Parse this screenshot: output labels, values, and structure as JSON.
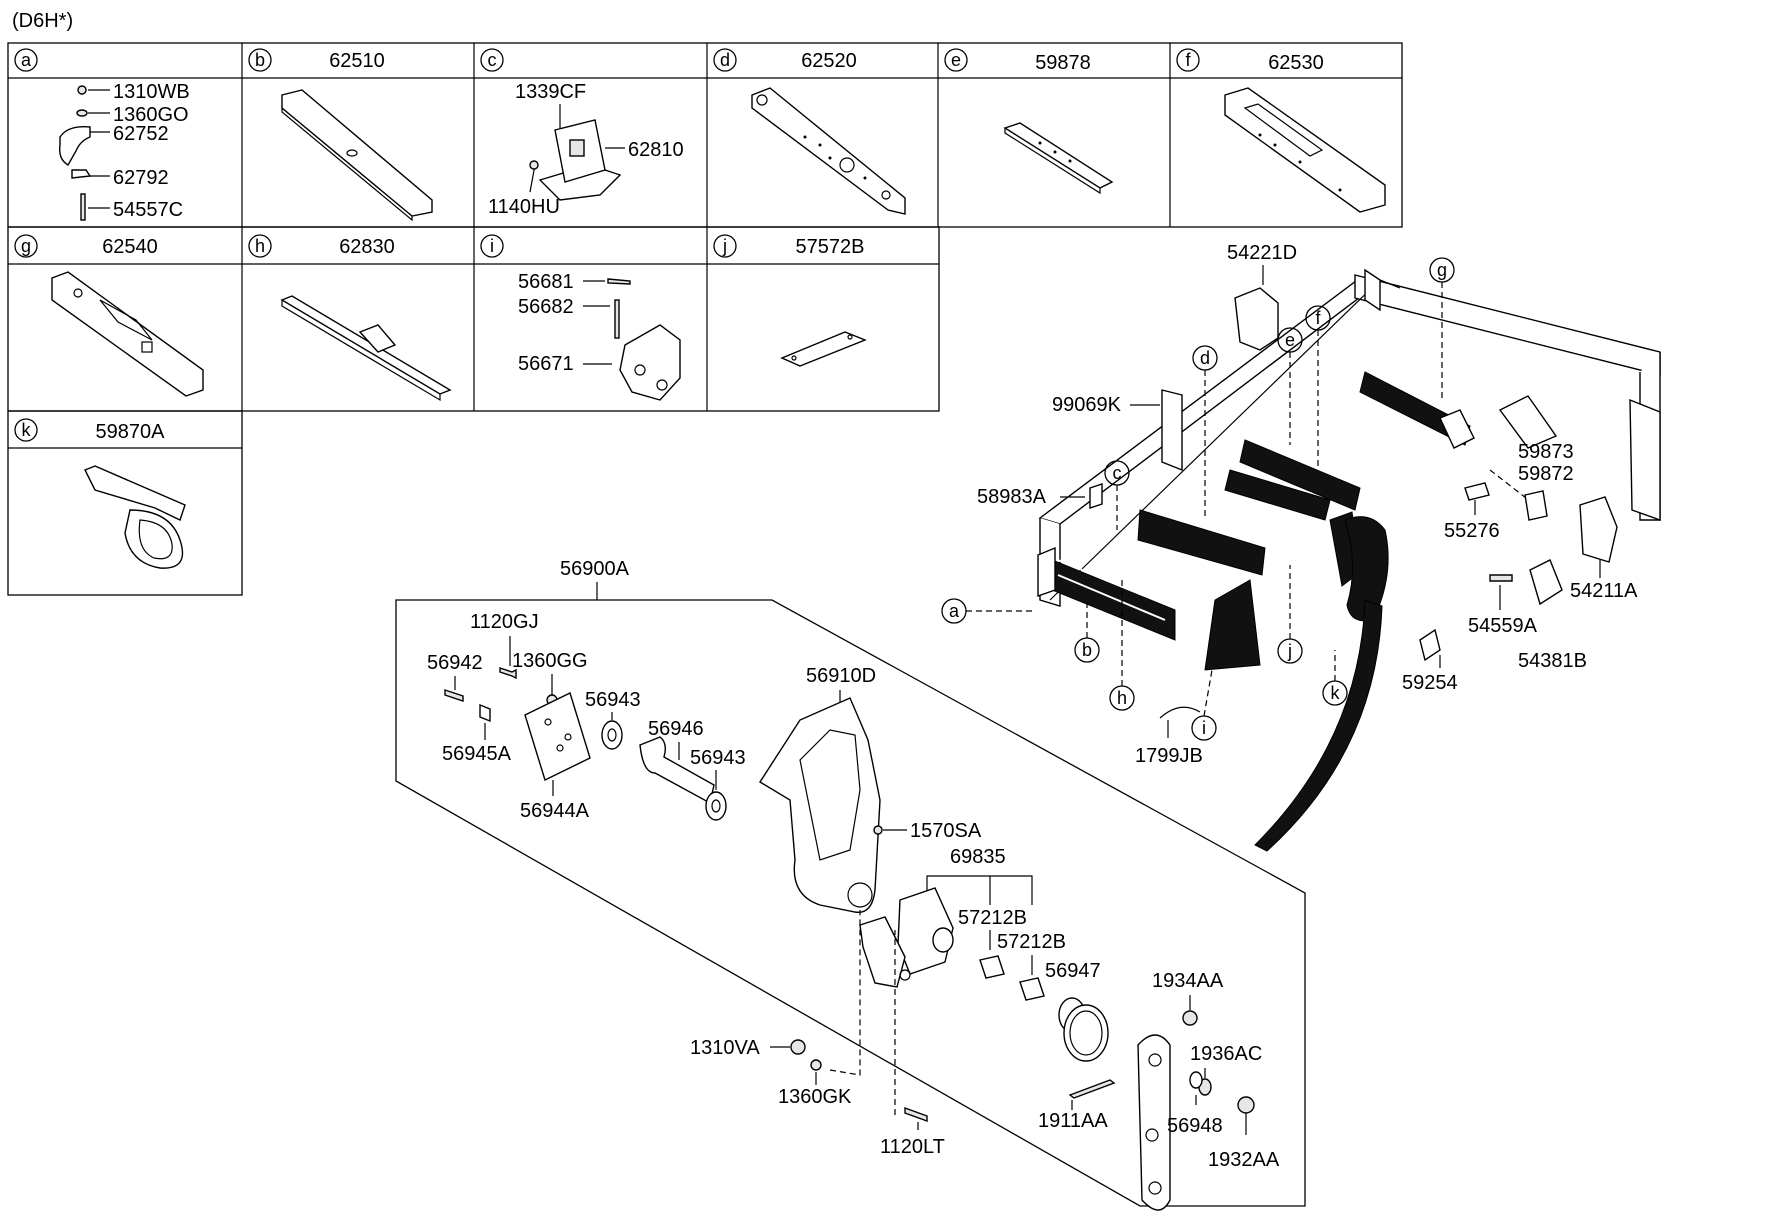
{
  "header": {
    "variant": "(D6H*)"
  },
  "cells": [
    {
      "key": "a",
      "code": "",
      "parts": [
        "1310WB",
        "1360GO",
        "62752",
        "62792",
        "54557C"
      ]
    },
    {
      "key": "b",
      "code": "62510",
      "parts": []
    },
    {
      "key": "c",
      "code": "",
      "parts": [
        "1339CF",
        "62810",
        "1140HU"
      ]
    },
    {
      "key": "d",
      "code": "62520",
      "parts": []
    },
    {
      "key": "e",
      "code": "59878",
      "parts": []
    },
    {
      "key": "f",
      "code": "62530",
      "parts": []
    },
    {
      "key": "g",
      "code": "62540",
      "parts": []
    },
    {
      "key": "h",
      "code": "62830",
      "parts": []
    },
    {
      "key": "i",
      "code": "",
      "parts": [
        "56681",
        "56682",
        "56671"
      ]
    },
    {
      "key": "j",
      "code": "57572B",
      "parts": []
    },
    {
      "key": "k",
      "code": "59870A",
      "parts": []
    }
  ],
  "frame": {
    "parts": [
      "54221D",
      "99069K",
      "58983A",
      "59873",
      "59872",
      "55276",
      "54211A",
      "54559A",
      "54381B",
      "59254",
      "1799JB"
    ],
    "callouts": [
      "a",
      "b",
      "c",
      "d",
      "e",
      "f",
      "g",
      "h",
      "i",
      "j",
      "k"
    ]
  },
  "assembly": {
    "code": "56900A",
    "parts": [
      "1120GJ",
      "56942",
      "1360GG",
      "56943",
      "56946",
      "56943",
      "56945A",
      "56944A",
      "56910D",
      "1570SA",
      "69835",
      "57212B",
      "57212B",
      "56947",
      "1934AA",
      "1936AC",
      "1310VA",
      "1360GK",
      "1911AA",
      "56948",
      "1932AA",
      "1120LT"
    ]
  }
}
